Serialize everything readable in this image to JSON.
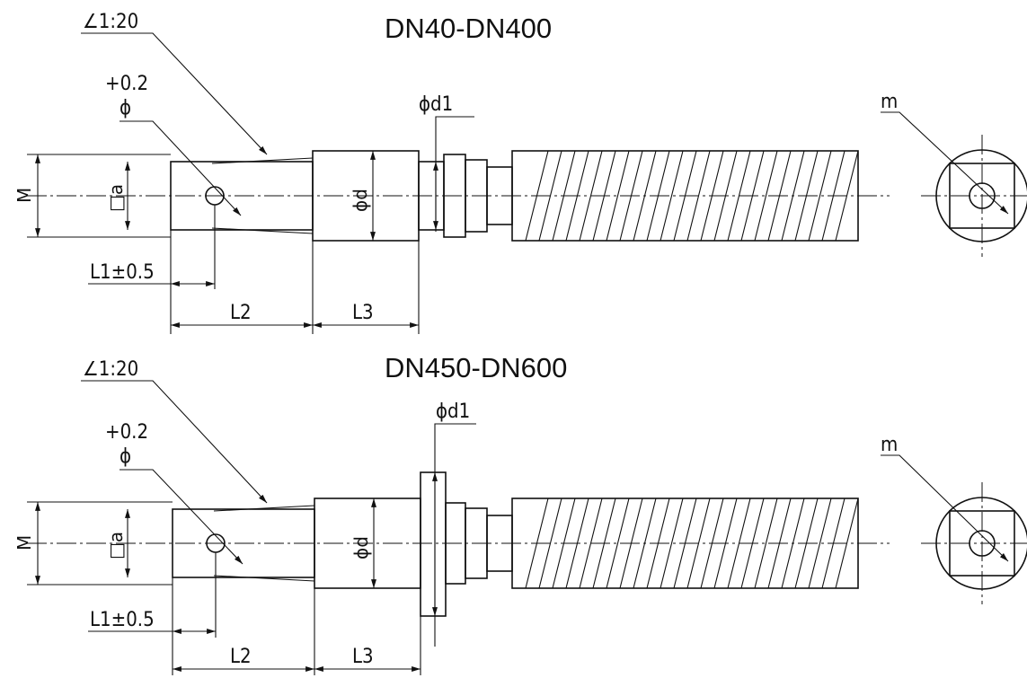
{
  "views": [
    {
      "title": "DN40-DN400",
      "taper": "∠1:20",
      "hole_tol": "+0.2",
      "hole_dia": "ϕ",
      "flange_dia": "ϕd1",
      "body_dia": "ϕd",
      "dim_M": "M",
      "square": "□a",
      "L1": "L1±0.5",
      "L2": "L2",
      "L3": "L3",
      "end_label": "m"
    },
    {
      "title": "DN450-DN600",
      "taper": "∠1:20",
      "hole_tol": "+0.2",
      "hole_dia": "ϕ",
      "flange_dia": "ϕd1",
      "body_dia": "ϕd",
      "dim_M": "M",
      "square": "□a",
      "L1": "L1±0.5",
      "L2": "L2",
      "L3": "L3",
      "end_label": "m"
    }
  ]
}
